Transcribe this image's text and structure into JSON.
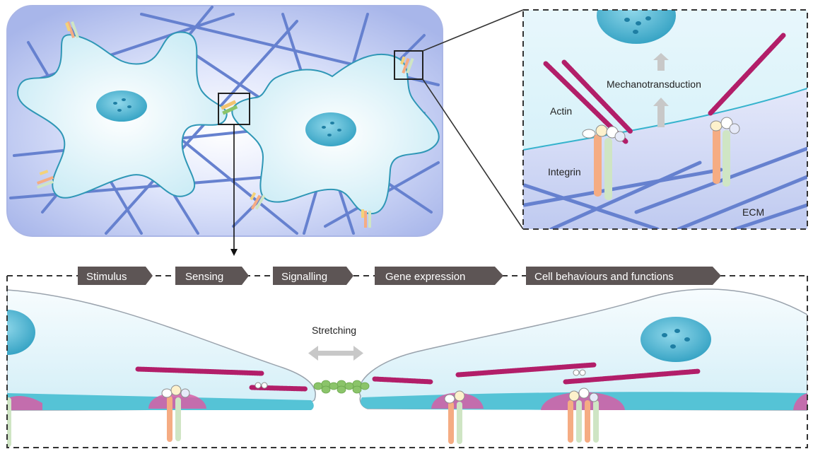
{
  "colors": {
    "cell_fill": "#d9f1f8",
    "cell_stroke": "#2f97b6",
    "nucleus": "#35a9c7",
    "actin": "#b21e69",
    "ecm_fiber": "#5f7fcc",
    "ecm_bg": "#b4c1ee",
    "integrin_orange": "#f5ac83",
    "integrin_green": "#cfe5c4",
    "focal_adhesion": "#d75ea6",
    "basal_layer": "#55c3d6",
    "step_box": "#5d5555",
    "arrow_grey": "#c8c8c8",
    "junction_green": "#8bc46a"
  },
  "labels": {
    "mechanotransduction": "Mechanotransduction",
    "actin": "Actin",
    "integrin": "Integrin",
    "ecm": "ECM",
    "stretching": "Stretching"
  },
  "steps": [
    {
      "label": "Stimulus"
    },
    {
      "label": "Sensing"
    },
    {
      "label": "Signalling"
    },
    {
      "label": "Gene expression"
    },
    {
      "label": "Cell behaviours and functions"
    }
  ]
}
